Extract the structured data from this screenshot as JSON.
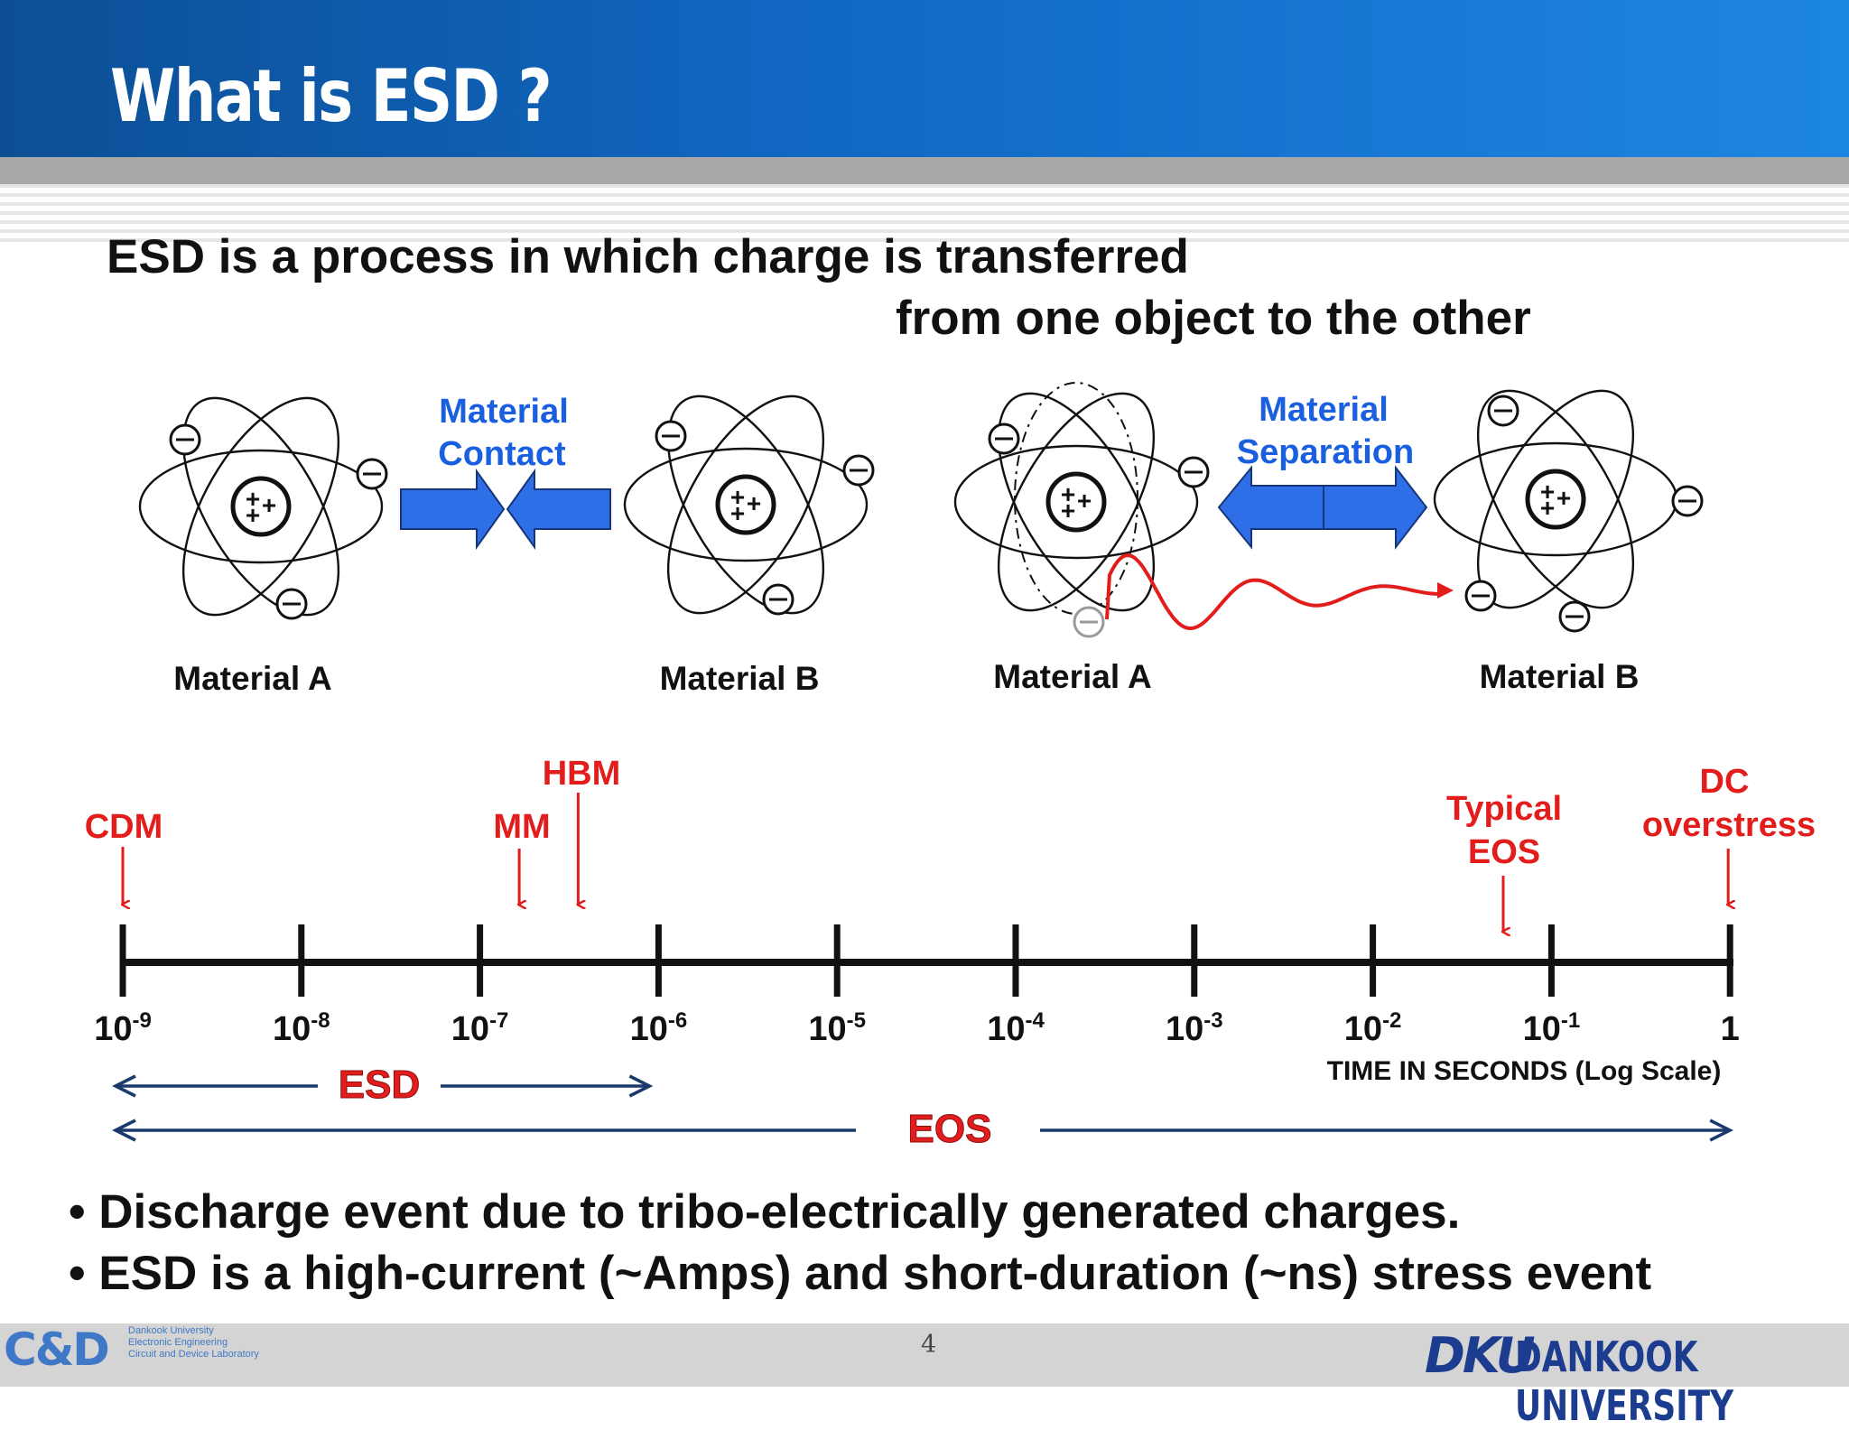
{
  "header": {
    "title": "What is ESD ?"
  },
  "intro": {
    "line1": "ESD is a process in which charge is transferred",
    "line2": "from one object to the other"
  },
  "diagram": {
    "contact": {
      "label_line1": "Material",
      "label_line2": "Contact",
      "material_a": "Material A",
      "material_b": "Material B"
    },
    "separation": {
      "label_line1": "Material",
      "label_line2": "Separation",
      "material_a": "Material A",
      "material_b": "Material B"
    },
    "nucleus_symbol": "+",
    "electron_symbol": "−"
  },
  "timeline": {
    "ticks": [
      {
        "base": "10",
        "exp": "-9"
      },
      {
        "base": "10",
        "exp": "-8"
      },
      {
        "base": "10",
        "exp": "-7"
      },
      {
        "base": "10",
        "exp": "-6"
      },
      {
        "base": "10",
        "exp": "-5"
      },
      {
        "base": "10",
        "exp": "-4"
      },
      {
        "base": "10",
        "exp": "-3"
      },
      {
        "base": "10",
        "exp": "-2"
      },
      {
        "base": "10",
        "exp": "-1"
      },
      {
        "base": "1",
        "exp": ""
      }
    ],
    "axis_label": "TIME IN SECONDS (Log Scale)",
    "markers": [
      {
        "name": "CDM",
        "log_time": -9.0
      },
      {
        "name": "MM",
        "log_time": -6.78
      },
      {
        "name": "HBM",
        "log_time": -6.45
      },
      {
        "name": "Typical EOS",
        "log_time": -1.27
      },
      {
        "name": "DC overstress",
        "log_time": 0.0
      }
    ],
    "marker_labels": {
      "cdm": "CDM",
      "mm": "MM",
      "hbm": "HBM",
      "typical_eos_1": "Typical",
      "typical_eos_2": "EOS",
      "dc_1": "DC",
      "dc_2": "overstress"
    },
    "ranges": [
      {
        "name": "ESD",
        "from_log": -9,
        "to_log": -6
      },
      {
        "name": "EOS",
        "from_log": -9,
        "to_log": 0
      }
    ],
    "colors": {
      "marker": "#e31c1c",
      "axis": "#111111",
      "range_arrow": "#1a3a6b",
      "range_label": "#e31c1c"
    }
  },
  "bullets": [
    "Discharge event due to tribo-electrically generated charges.",
    "ESD is a high-current (~Amps) and short-duration (~ns) stress event"
  ],
  "footer": {
    "lab_logo": "C&D",
    "lab_line1": "Dankook University",
    "lab_line2": "Electronic Engineering",
    "lab_line3": "Circuit and Device Laboratory",
    "page_number": "4",
    "dku_mark": "DKU",
    "university": "DANKOOK UNIVERSITY"
  },
  "colors": {
    "header_blue": "#1168c4",
    "label_blue": "#1a5fe0",
    "arrow_blue": "#2e6fe8",
    "wave_red": "#e31c1c"
  }
}
